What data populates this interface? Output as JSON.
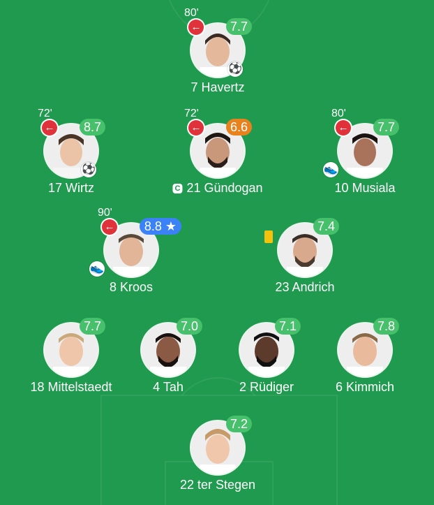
{
  "players": {
    "havertz": {
      "name": "7 Havertz",
      "rating": "7.7",
      "minute": "80'",
      "event": "ball-icon"
    },
    "wirtz": {
      "name": "17 Wirtz",
      "rating": "8.7",
      "minute": "72'",
      "event": "ball-icon"
    },
    "gundogan": {
      "name": "21 Gündogan",
      "rating": "6.6",
      "minute": "72'",
      "captain": "C"
    },
    "musiala": {
      "name": "10 Musiala",
      "rating": "7.7",
      "minute": "80'",
      "event": "boot-icon"
    },
    "kroos": {
      "name": "8 Kroos",
      "rating": "8.8 ★",
      "minute": "90'",
      "event": "boot-icon"
    },
    "andrich": {
      "name": "23 Andrich",
      "rating": "7.4",
      "card": "yellow-card"
    },
    "mittelstaedt": {
      "name": "18 Mittelstaedt",
      "rating": "7.7"
    },
    "tah": {
      "name": "4 Tah",
      "rating": "7.0"
    },
    "rudiger": {
      "name": "2 Rüdiger",
      "rating": "7.1"
    },
    "kimmich": {
      "name": "6 Kimmich",
      "rating": "7.8"
    },
    "terstegen": {
      "name": "22 ter Stegen",
      "rating": "7.2"
    }
  },
  "colors": {
    "pitch": "#1f9a4e",
    "rating_green": "#46c06a",
    "rating_orange": "#e8821e",
    "rating_blue": "#3b82f6",
    "sub_red": "#e0323a",
    "yellow_card": "#f4c20d"
  },
  "icons": {
    "sub_out": "←",
    "ball": "⚽",
    "boot": "👟"
  }
}
